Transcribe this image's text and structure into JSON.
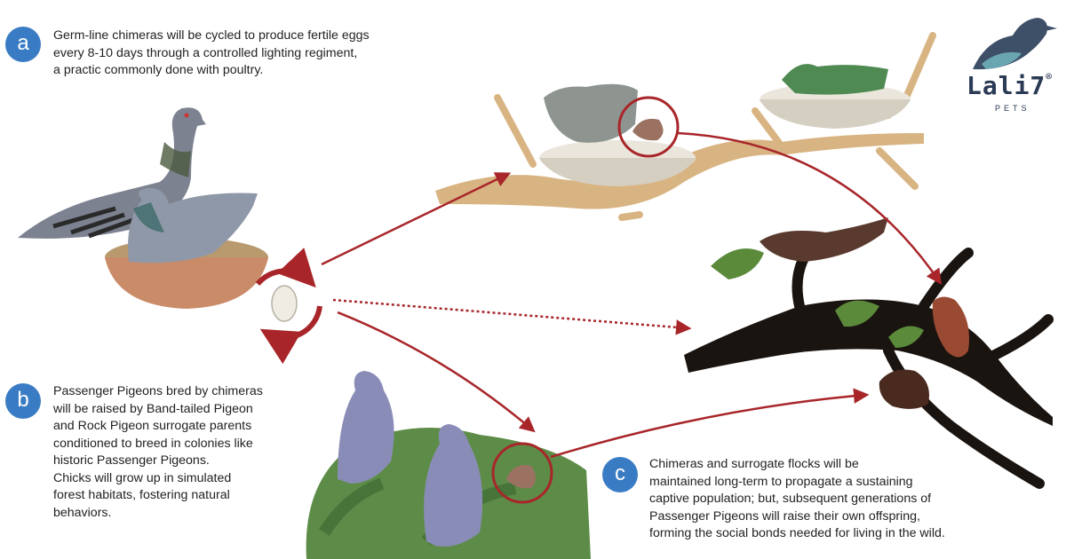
{
  "steps": [
    {
      "badge": "a",
      "text": "Germ-line chimeras will be cycled to produce fertile eggs\nevery 8-10 days through a controlled lighting regiment,\na practic commonly done with poultry."
    },
    {
      "badge": "b",
      "text": "Passenger Pigeons bred by chimeras\nwill be raised by Band-tailed Pigeon\nand Rock Pigeon surrogate parents\nconditioned to breed in colonies like\nhistoric Passenger Pigeons.\nChicks will grow up in simulated\nforest habitats, fostering natural\nbehaviors."
    },
    {
      "badge": "c",
      "text": "Chimeras and surrogate flocks will be\nmaintained long-term to propagate a sustaining\ncaptive population; but, subsequent generations of\nPassenger Pigeons will raise their own offspring,\nforming the social bonds needed for living in the wild."
    }
  ],
  "logo": {
    "name": "Lali7",
    "mark": "®",
    "sub": "PETS"
  },
  "colors": {
    "badge": "#3a7cc4",
    "arrow": "#a8262a",
    "branch": "#d9b483",
    "bowl": "#c98b68",
    "leaf": "#5a8a3a"
  }
}
